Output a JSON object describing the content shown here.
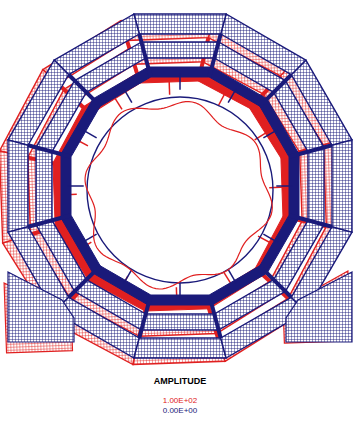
{
  "diagram": {
    "labels": [
      "AMPLITUDE",
      "1.00E+02",
      "0.00E+00"
    ]
  }
}
